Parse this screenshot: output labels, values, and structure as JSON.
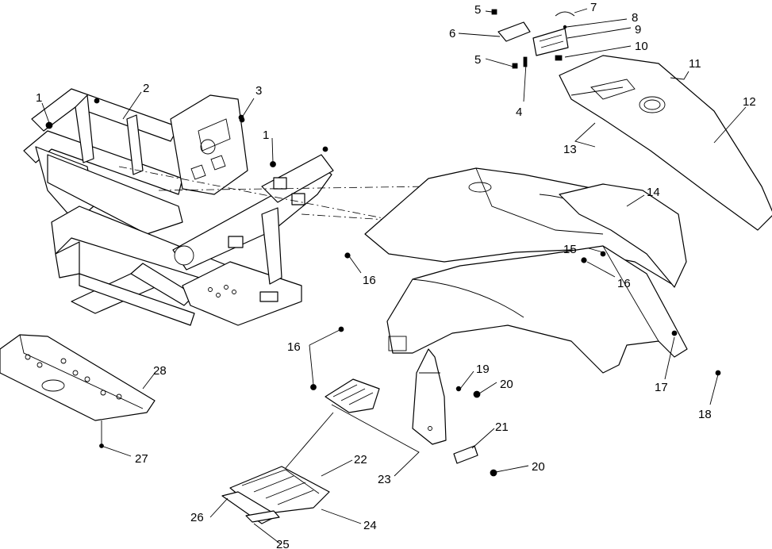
{
  "diagram": {
    "callouts": [
      {
        "id": "c1a",
        "label": "1"
      },
      {
        "id": "c1b",
        "label": "1"
      },
      {
        "id": "c2",
        "label": "2"
      },
      {
        "id": "c3",
        "label": "3"
      },
      {
        "id": "c4",
        "label": "4"
      },
      {
        "id": "c5a",
        "label": "5"
      },
      {
        "id": "c5b",
        "label": "5"
      },
      {
        "id": "c6",
        "label": "6"
      },
      {
        "id": "c7",
        "label": "7"
      },
      {
        "id": "c8",
        "label": "8"
      },
      {
        "id": "c9",
        "label": "9"
      },
      {
        "id": "c10",
        "label": "10"
      },
      {
        "id": "c11",
        "label": "11"
      },
      {
        "id": "c12",
        "label": "12"
      },
      {
        "id": "c13",
        "label": "13"
      },
      {
        "id": "c14",
        "label": "14"
      },
      {
        "id": "c15",
        "label": "15"
      },
      {
        "id": "c16a",
        "label": "16"
      },
      {
        "id": "c16b",
        "label": "16"
      },
      {
        "id": "c16c",
        "label": "16"
      },
      {
        "id": "c17",
        "label": "17"
      },
      {
        "id": "c18",
        "label": "18"
      },
      {
        "id": "c19",
        "label": "19"
      },
      {
        "id": "c20a",
        "label": "20"
      },
      {
        "id": "c20b",
        "label": "20"
      },
      {
        "id": "c21",
        "label": "21"
      },
      {
        "id": "c22",
        "label": "22"
      },
      {
        "id": "c23",
        "label": "23"
      },
      {
        "id": "c24",
        "label": "24"
      },
      {
        "id": "c25",
        "label": "25"
      },
      {
        "id": "c26",
        "label": "26"
      },
      {
        "id": "c27",
        "label": "27"
      },
      {
        "id": "c28",
        "label": "28"
      }
    ]
  }
}
